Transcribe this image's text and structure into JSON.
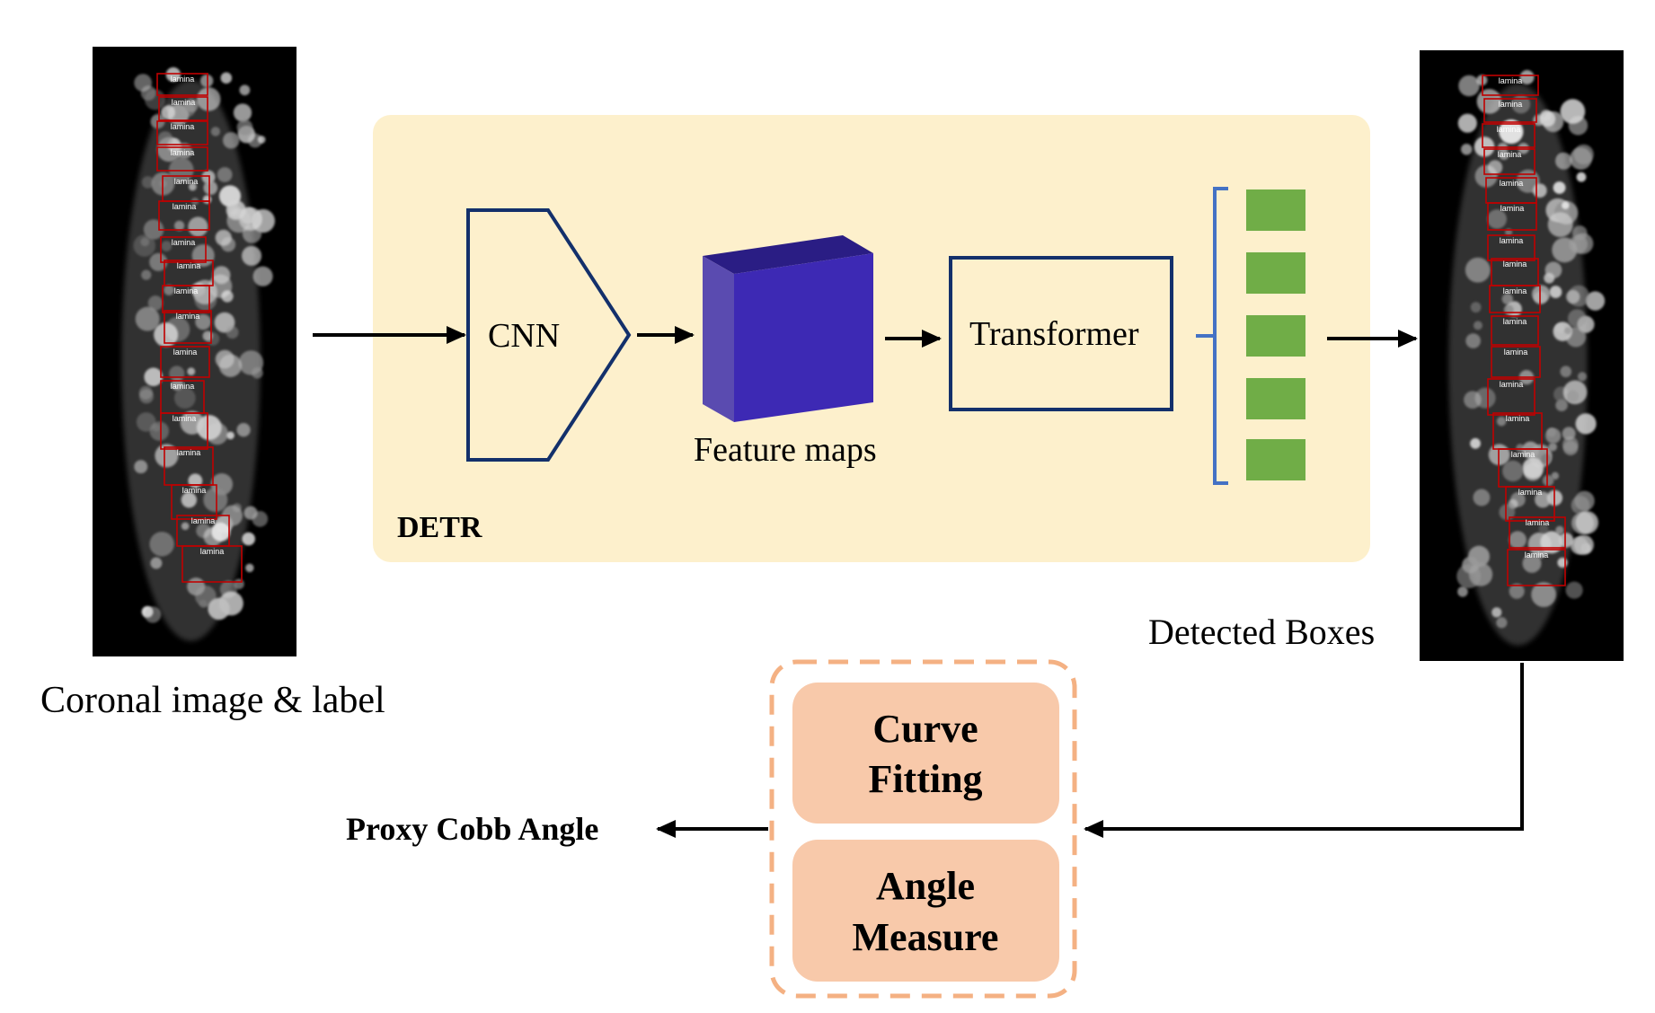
{
  "labels": {
    "input_caption": "Coronal image & label",
    "output_caption": "Detected Boxes",
    "detr": "DETR",
    "cnn": "CNN",
    "feature_maps": "Feature maps",
    "transformer": "Transformer",
    "curve_fitting_line1": "Curve",
    "curve_fitting_line2": "Fitting",
    "angle_measure_line1": "Angle",
    "angle_measure_line2": "Measure",
    "result": "Proxy Cobb Angle",
    "box_tag": "lamina"
  },
  "colors": {
    "detr_panel": "#fdf0cc",
    "outline_navy": "#13306b",
    "cube_front": "#3d29b4",
    "cube_top": "#2a1d84",
    "cube_side": "#5a4bb0",
    "query_green": "#70ad47",
    "bracket_blue": "#4472c4",
    "post_panel": "#f8c9aa",
    "post_dash": "#f4b183",
    "detection_box": "#c00000",
    "scan_background": "#000000"
  },
  "icons": {
    "input_scan": "coronal-spine-scan-image",
    "output_scan": "detected-spine-scan-image",
    "feature_map": "feature-map-cube-icon"
  }
}
